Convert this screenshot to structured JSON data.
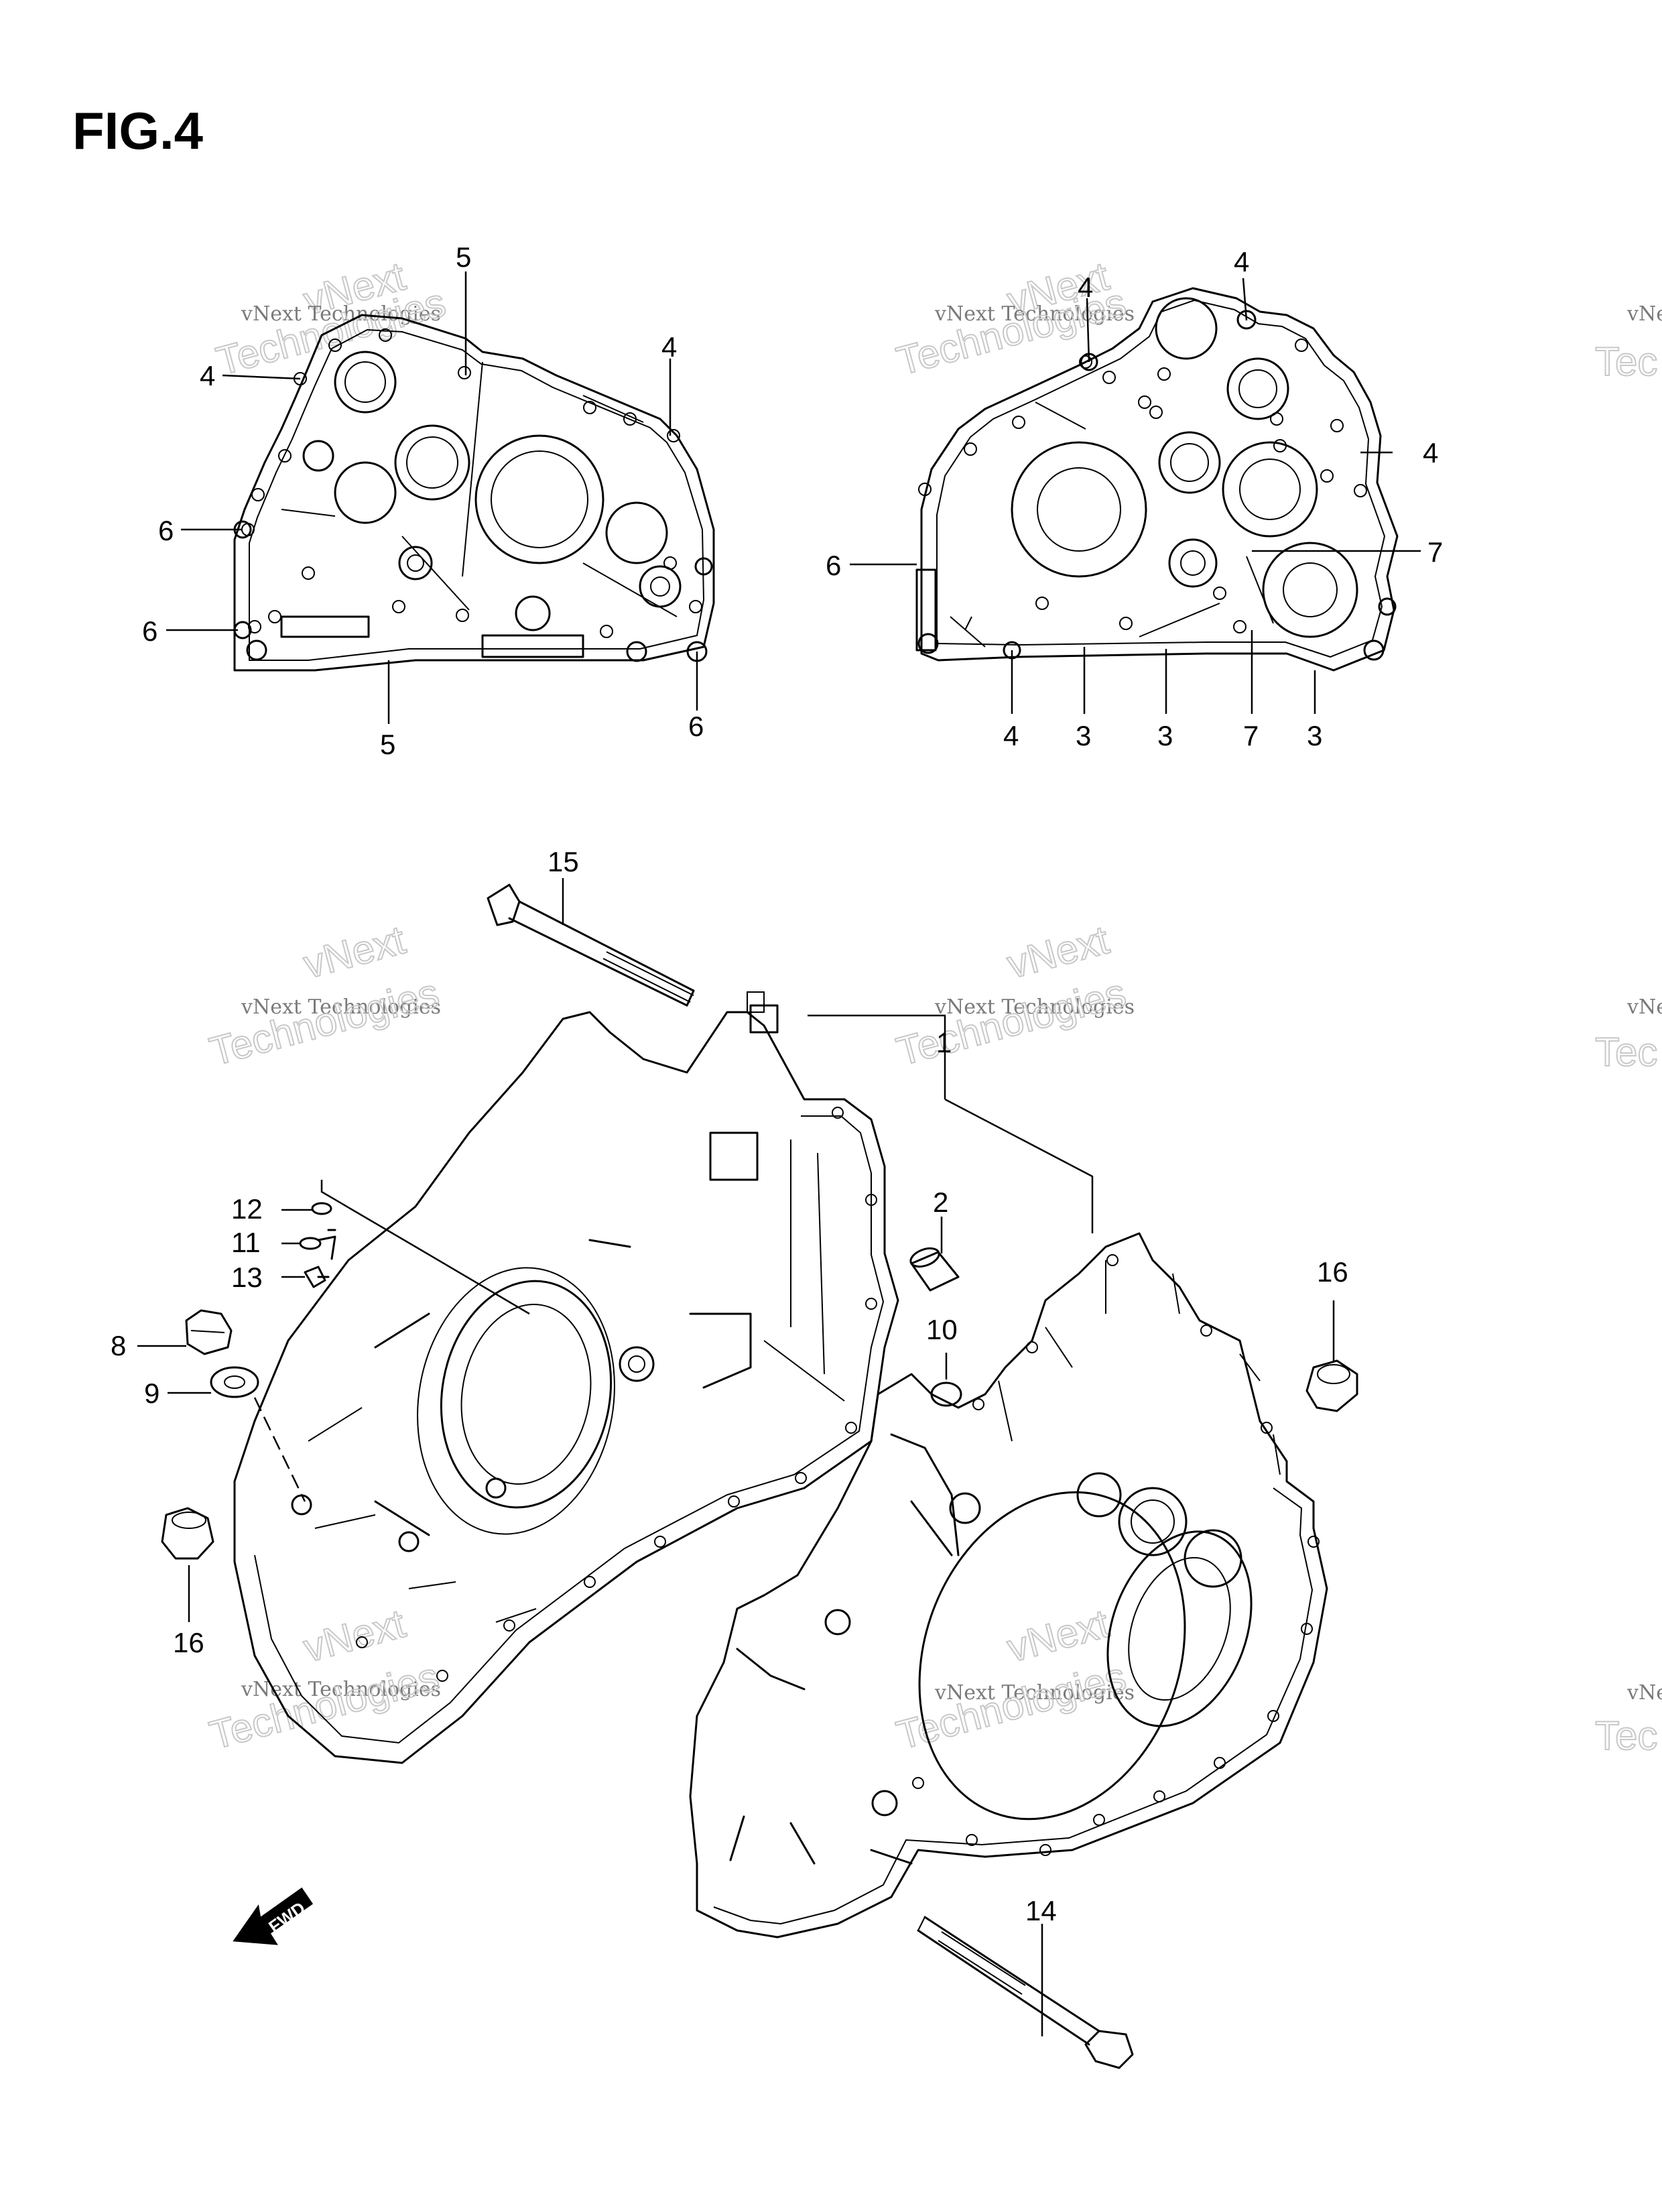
{
  "figure": {
    "title": "FIG.4"
  },
  "watermark": {
    "line1": "vNext Technologies",
    "line2": "Technologies",
    "line3": "vNext",
    "partial1": "vNe",
    "partial2": "Tec"
  },
  "fwd_label": "FWD",
  "callouts": {
    "upper_left": [
      {
        "id": "ul-5-top",
        "label": "5"
      },
      {
        "id": "ul-4-left",
        "label": "4"
      },
      {
        "id": "ul-4-right",
        "label": "4"
      },
      {
        "id": "ul-6-mid",
        "label": "6"
      },
      {
        "id": "ul-6-low",
        "label": "6"
      },
      {
        "id": "ul-5-bottom",
        "label": "5"
      },
      {
        "id": "ul-6-bottom",
        "label": "6"
      }
    ],
    "upper_right": [
      {
        "id": "ur-4-top",
        "label": "4"
      },
      {
        "id": "ur-4-upper",
        "label": "4"
      },
      {
        "id": "ur-4-right",
        "label": "4"
      },
      {
        "id": "ur-7-right",
        "label": "7"
      },
      {
        "id": "ur-6-left",
        "label": "6"
      },
      {
        "id": "ur-4-bottom",
        "label": "4"
      },
      {
        "id": "ur-3-a",
        "label": "3"
      },
      {
        "id": "ur-3-b",
        "label": "3"
      },
      {
        "id": "ur-7-bottom",
        "label": "7"
      },
      {
        "id": "ur-3-c",
        "label": "3"
      }
    ],
    "main": [
      {
        "id": "m-15",
        "label": "15"
      },
      {
        "id": "m-1",
        "label": "1"
      },
      {
        "id": "m-2",
        "label": "2"
      },
      {
        "id": "m-10",
        "label": "10"
      },
      {
        "id": "m-16-right",
        "label": "16"
      },
      {
        "id": "m-12",
        "label": "12"
      },
      {
        "id": "m-11",
        "label": "11"
      },
      {
        "id": "m-13",
        "label": "13"
      },
      {
        "id": "m-8",
        "label": "8"
      },
      {
        "id": "m-9",
        "label": "9"
      },
      {
        "id": "m-16-left",
        "label": "16"
      },
      {
        "id": "m-14",
        "label": "14"
      }
    ]
  }
}
